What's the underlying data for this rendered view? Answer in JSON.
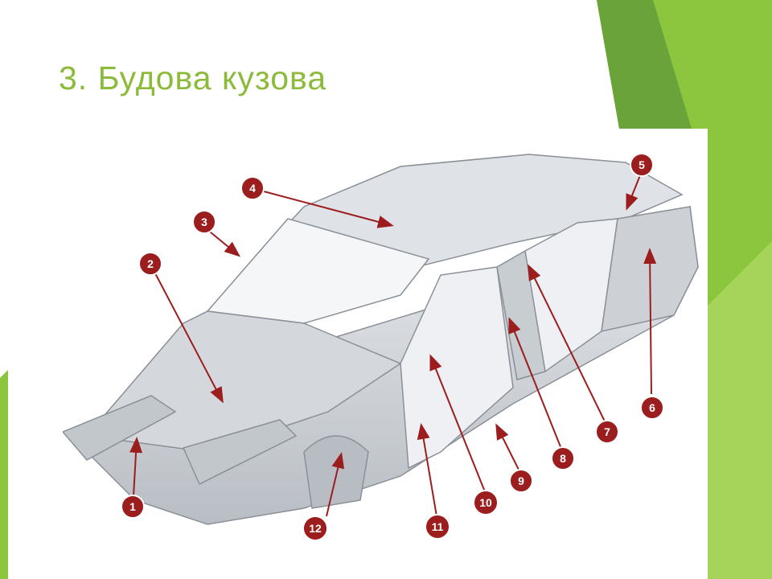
{
  "slide": {
    "title": "3. Будова кузова",
    "title_color": "#8cbb3c",
    "accent_colors": [
      "#8cc63f",
      "#6aa33a",
      "#a6d45a"
    ]
  },
  "diagram": {
    "callout_color": "#9c1d1d",
    "body_color": "#cfd3d8",
    "callouts": [
      "1",
      "2",
      "3",
      "4",
      "5",
      "6",
      "7",
      "8",
      "9",
      "10",
      "11",
      "12"
    ]
  }
}
